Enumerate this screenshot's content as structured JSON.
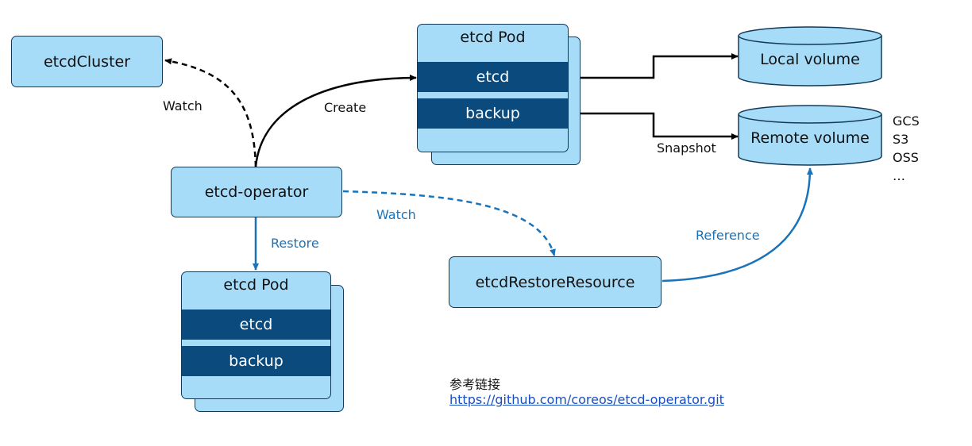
{
  "nodes": {
    "etcd_cluster": "etcdCluster",
    "etcd_operator": "etcd-operator",
    "restore_resource": "etcdRestoreResource"
  },
  "pods": {
    "top": {
      "title": "etcd Pod",
      "etcd": "etcd",
      "backup": "backup"
    },
    "bottom": {
      "title": "etcd Pod",
      "etcd": "etcd",
      "backup": "backup"
    }
  },
  "volumes": {
    "local": "Local volume",
    "remote": "Remote volume"
  },
  "remote_backends": [
    "GCS",
    "S3",
    "OSS",
    "…"
  ],
  "edges": {
    "watch_cluster": "Watch",
    "create": "Create",
    "snapshot": "Snapshot",
    "watch_restore": "Watch",
    "restore": "Restore",
    "reference": "Reference"
  },
  "reference": {
    "title": "参考链接",
    "url": "https://github.com/coreos/etcd-operator.git"
  },
  "colors": {
    "node_fill": "#a6dcf8",
    "node_border": "#123a5a",
    "bar_fill": "#0b4a7c",
    "blue_edge": "#1a73b8",
    "black_edge": "#000000",
    "link": "#1a4fbf"
  }
}
